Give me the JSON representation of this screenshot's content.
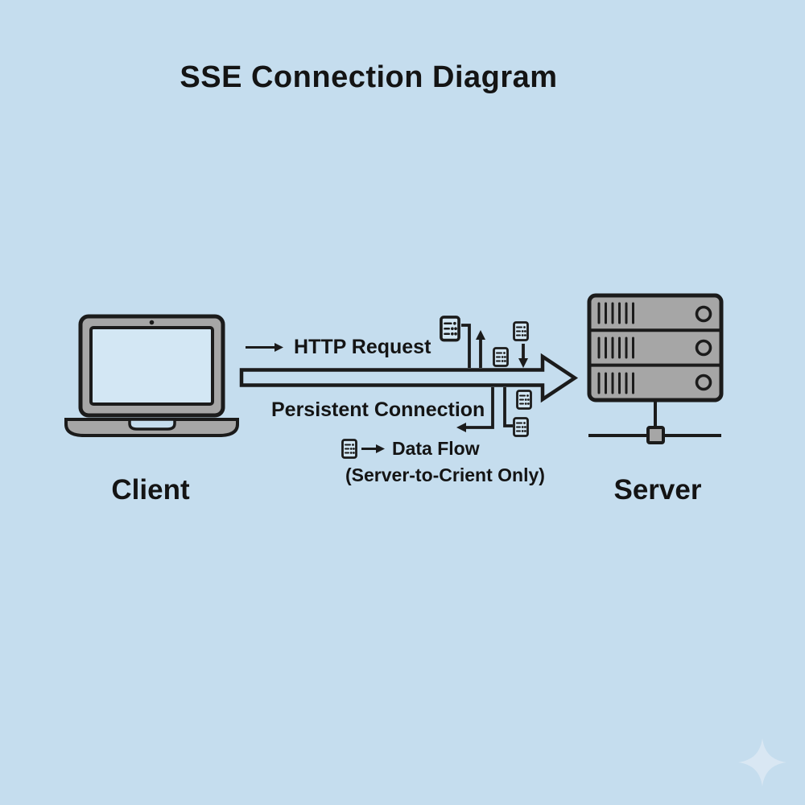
{
  "title": "SSE Connection Diagram",
  "client": {
    "label": "Client"
  },
  "server": {
    "label": "Server"
  },
  "connection": {
    "http_request_label": "HTTP Request",
    "persistent_connection_label": "Persistent Connection"
  },
  "legend": {
    "data_flow_label": "Data Flow",
    "direction_note": "(Server-to-Crient Only)"
  },
  "icons": {
    "client_icon": "laptop-icon",
    "server_icon": "server-rack-icon",
    "event_icon": "event-message-icon",
    "decoration": "sparkle-icon"
  },
  "colors": {
    "background": "#c5ddee",
    "device_fill": "#a6a6a6",
    "outline": "#1b1b1b",
    "screen_fill": "#d3e7f4",
    "text": "#141414",
    "sparkle": "#d9e7f3"
  }
}
